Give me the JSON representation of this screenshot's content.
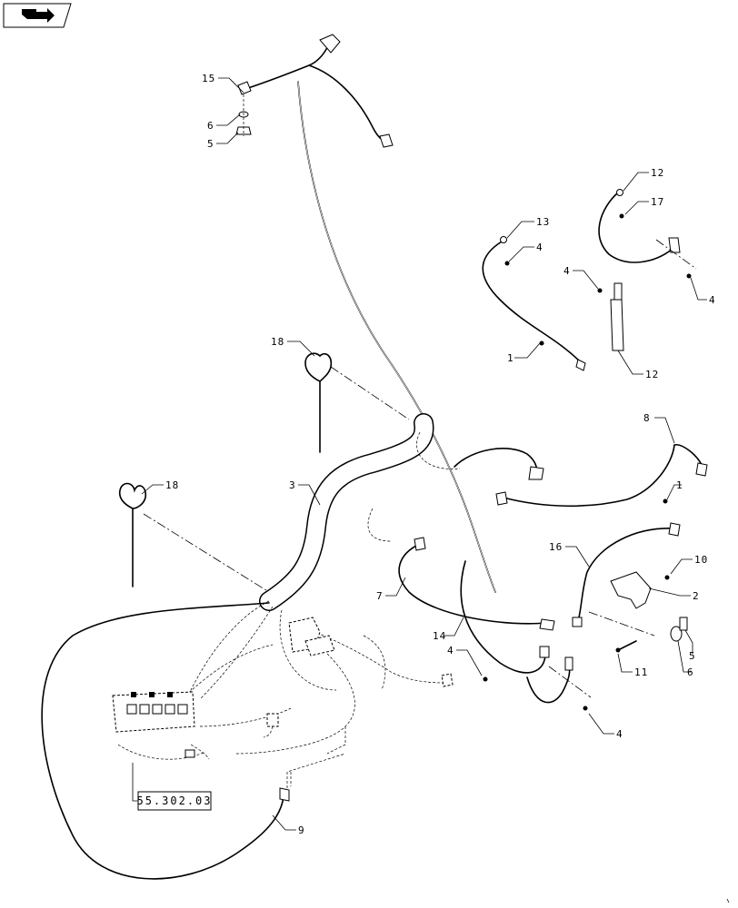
{
  "diagram": {
    "type": "exploded parts diagram - electrical harness and cables",
    "nav_icon": "page-turn-icon",
    "reference_box": "55.302.03"
  },
  "callouts": {
    "c15": "15",
    "c6a": "6",
    "c5a": "5",
    "c12a": "12",
    "c17": "17",
    "c13": "13",
    "c4a": "4",
    "c4b": "4",
    "c4c": "4",
    "c1a": "1",
    "c12b": "12",
    "c18a": "18",
    "c8": "8",
    "c18b": "18",
    "c3": "3",
    "c1b": "1",
    "c16": "16",
    "c10": "10",
    "c7": "7",
    "c2": "2",
    "c14": "14",
    "c4d": "4",
    "c5b": "5",
    "c11": "11",
    "c6b": "6",
    "c4e": "4",
    "c9": "9"
  }
}
